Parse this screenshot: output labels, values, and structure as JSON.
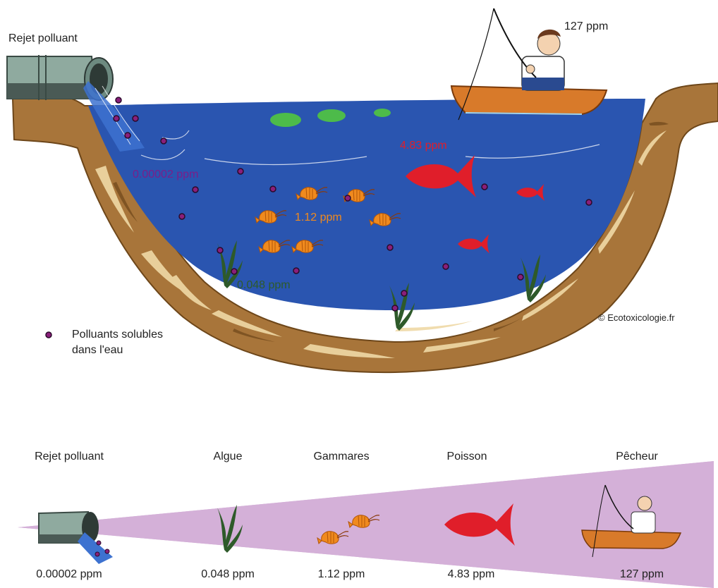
{
  "top": {
    "source_label": "Rejet polluant",
    "fisher_conc": "127 ppm",
    "fish_conc": "4.83 ppm",
    "water_conc": "0.00002 ppm",
    "gammare_conc": "1.12 ppm",
    "algae_conc": "0.048 ppm",
    "legend_text_1": "Polluants solubles",
    "legend_text_2": "dans l'eau",
    "copyright": "© Ecotoxicologie.fr"
  },
  "bottom": {
    "stages": [
      {
        "name": "Rejet polluant",
        "value": "0.00002 ppm"
      },
      {
        "name": "Algue",
        "value": "0.048 ppm"
      },
      {
        "name": "Gammares",
        "value": "1.12 ppm"
      },
      {
        "name": "Poisson",
        "value": "4.83 ppm"
      },
      {
        "name": "Pêcheur",
        "value": "127 ppm"
      }
    ]
  },
  "colors": {
    "water": "#2a55b0",
    "soil": "#a8753a",
    "soil_light": "#efd9a6",
    "pollutant": "#8a1f7a",
    "fish": "#e01e2a",
    "gammare": "#f08a1e",
    "algae": "#2e5a2a",
    "wedge": "#d4b0d8",
    "boat": "#d87a2a"
  }
}
